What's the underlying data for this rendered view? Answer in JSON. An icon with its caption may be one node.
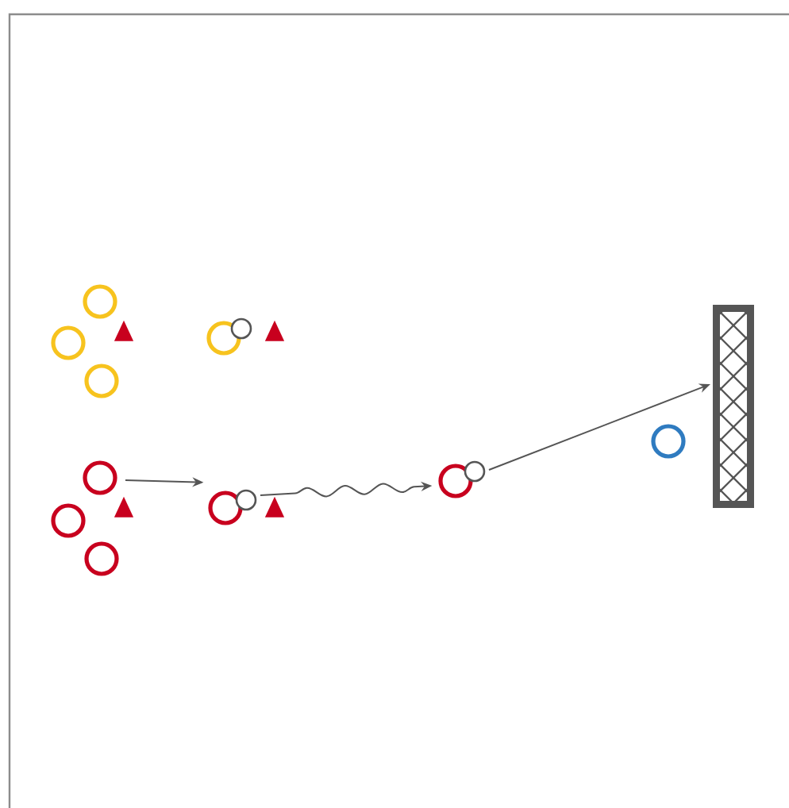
{
  "diagram": {
    "nodes": [
      {
        "text": [],
        "shape": "circle"
      },
      {
        "text": [],
        "shape": "circle"
      },
      {
        "text": [],
        "shape": "triangle"
      },
      {
        "text": [],
        "shape": "circle"
      },
      {
        "text": [],
        "shape": "circle"
      },
      {
        "text": [],
        "shape": "triangle"
      },
      {
        "text": [],
        "shape": "circle"
      },
      {
        "text": [],
        "shape": "goal"
      },
      {
        "text": [],
        "shape": "circle"
      },
      {
        "text": [],
        "shape": "circle"
      },
      {
        "text": [],
        "shape": "circle"
      },
      {
        "text": [],
        "shape": "circle"
      },
      {
        "text": [],
        "shape": "circle"
      },
      {
        "text": [],
        "shape": "triangle"
      },
      {
        "text": [],
        "shape": "circle"
      },
      {
        "text": [],
        "shape": "circle"
      },
      {
        "text": [],
        "shape": "triangle"
      },
      {
        "text": [],
        "shape": "circle"
      }
    ],
    "edges": [
      {
        "from": 9,
        "to": 14,
        "arrow": "to"
      },
      {
        "from": 15,
        "to": 10,
        "arrow": "to"
      },
      {
        "from": 11,
        "to": 7,
        "arrow": "to"
      }
    ]
  }
}
